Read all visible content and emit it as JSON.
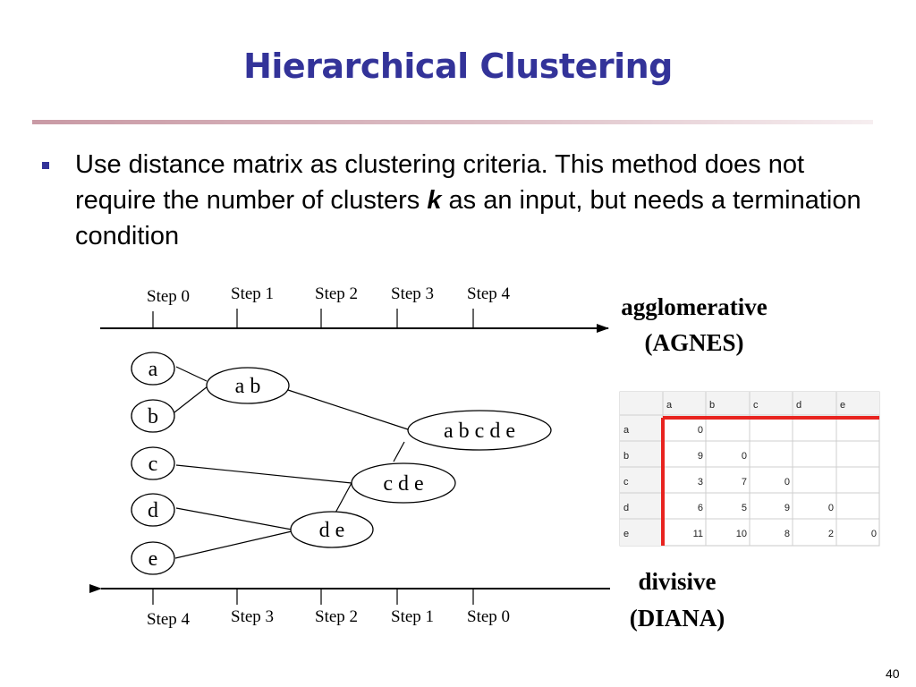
{
  "slide": {
    "title": "Hierarchical Clustering",
    "bullet": {
      "text_before": "Use distance matrix as clustering criteria.  This method does not require the number of clusters ",
      "emphasis": "k",
      "text_after": " as an input, but needs a termination condition"
    },
    "page_number": "40"
  },
  "diagram": {
    "agglomerative": {
      "label": "agglomerative",
      "abbrev": "(AGNES)",
      "steps": [
        "Step 0",
        "Step 1",
        "Step 2",
        "Step 3",
        "Step 4"
      ]
    },
    "divisive": {
      "label": "divisive",
      "abbrev": "(DIANA)",
      "steps": [
        "Step 4",
        "Step 3",
        "Step 2",
        "Step 1",
        "Step 0"
      ]
    },
    "leaves": [
      "a",
      "b",
      "c",
      "d",
      "e"
    ],
    "clusters": {
      "ab": "a b",
      "de": "d e",
      "cde": "c d e",
      "abcde": "a b c d e"
    }
  },
  "distance_matrix": {
    "headers": [
      "a",
      "b",
      "c",
      "d",
      "e"
    ],
    "rows": [
      {
        "label": "a",
        "values": [
          "0",
          "",
          "",
          "",
          ""
        ]
      },
      {
        "label": "b",
        "values": [
          "9",
          "0",
          "",
          "",
          ""
        ]
      },
      {
        "label": "c",
        "values": [
          "3",
          "7",
          "0",
          "",
          ""
        ]
      },
      {
        "label": "d",
        "values": [
          "6",
          "5",
          "9",
          "0",
          ""
        ]
      },
      {
        "label": "e",
        "values": [
          "11",
          "10",
          "8",
          "2",
          "0"
        ]
      }
    ],
    "highlight_color": "#e8231f"
  },
  "colors": {
    "title": "#333399",
    "bullet": "#333399"
  }
}
